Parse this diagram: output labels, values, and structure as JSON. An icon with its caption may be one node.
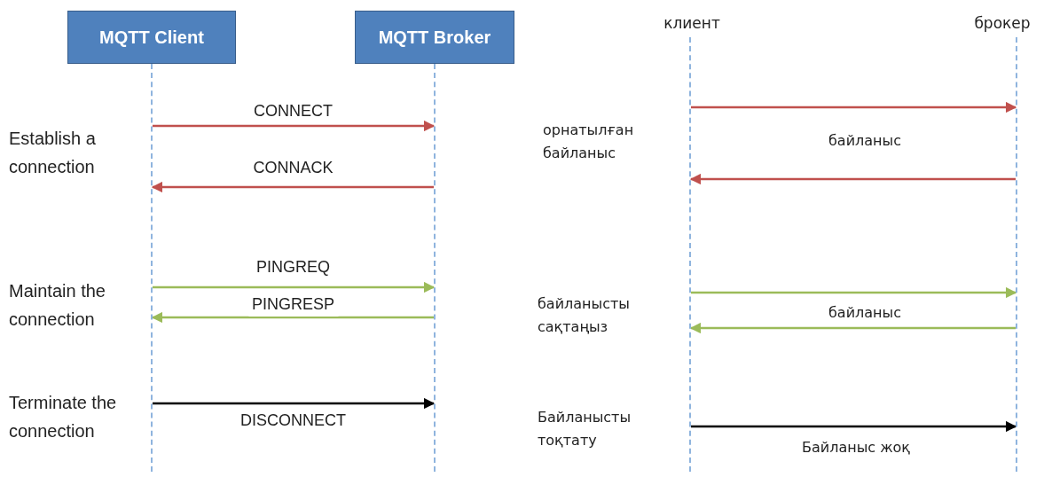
{
  "diagram": {
    "nodes": [
      {
        "text": [
          "MQTT Client"
        ]
      },
      {
        "text": [
          "MQTT Broker"
        ]
      },
      {
        "text": [],
        "shape": "line"
      },
      {
        "text": [],
        "shape": "line"
      },
      {
        "text": [
          "клиент"
        ]
      },
      {
        "text": [
          "брокер"
        ]
      },
      {
        "text": [],
        "shape": "line"
      },
      {
        "text": [],
        "shape": "line"
      }
    ],
    "edges": [
      {
        "from": 2,
        "to": 3,
        "arrow": "to",
        "label": "CONNECT",
        "color": "#c0504d"
      },
      {
        "from": 3,
        "to": 2,
        "arrow": "to",
        "label": "CONNACK",
        "color": "#c0504d"
      },
      {
        "from": 2,
        "to": 3,
        "arrow": "to",
        "label": "PINGREQ",
        "color": "#9bbb59"
      },
      {
        "from": 3,
        "to": 2,
        "arrow": "to",
        "label": "PINGRESP",
        "color": "#9bbb59"
      },
      {
        "from": 2,
        "to": 3,
        "arrow": "to",
        "label": "DISCONNECT",
        "color": "#000000"
      },
      {
        "from": 6,
        "to": 7,
        "arrow": "to",
        "color": "#c0504d"
      },
      {
        "from": 7,
        "to": 6,
        "arrow": "to",
        "color": "#c0504d"
      },
      {
        "from": 6,
        "to": 7,
        "arrow": "to",
        "color": "#9bbb59"
      },
      {
        "from": 7,
        "to": 6,
        "arrow": "to",
        "color": "#9bbb59"
      },
      {
        "from": 6,
        "to": 7,
        "arrow": "to",
        "color": "#000000"
      }
    ],
    "labels": [
      "Establish a connection",
      "Maintain the connection",
      "Terminate the connection",
      "орнатылған байланыс",
      "байланыс",
      "байланысты сақтаңыз",
      "байланыс",
      "Байланысты тоқтату",
      "Байланыс жоқ"
    ]
  }
}
